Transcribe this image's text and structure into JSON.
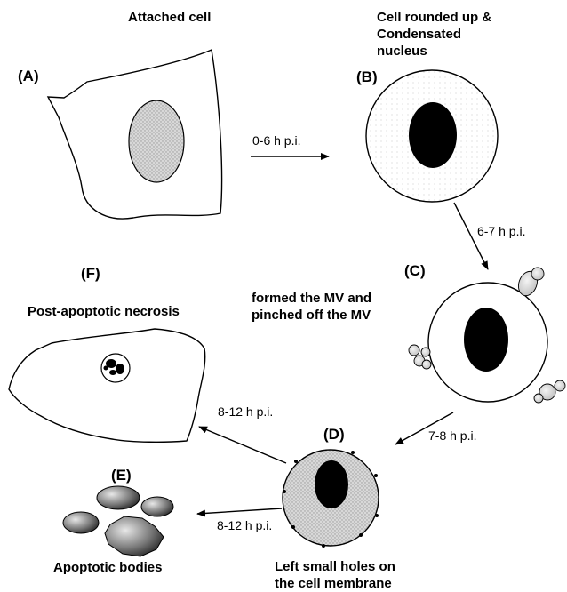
{
  "stages": {
    "A": {
      "letter": "(A)",
      "caption": "Attached cell"
    },
    "B": {
      "letter": "(B)",
      "caption_line1": "Cell rounded up &",
      "caption_line2": "Condensated",
      "caption_line3": "nucleus"
    },
    "C": {
      "letter": "(C)",
      "caption_line1": "formed the MV and",
      "caption_line2": "pinched off the MV"
    },
    "D": {
      "letter": "(D)",
      "caption_line1": "Left small holes on",
      "caption_line2": "the cell  membrane"
    },
    "E": {
      "letter": "(E)",
      "caption": "Apoptotic bodies"
    },
    "F": {
      "letter": "(F)",
      "caption": "Post-apoptotic necrosis"
    }
  },
  "transitions": {
    "a_to_b": "0-6 h p.i.",
    "b_to_c": "6-7 h p.i.",
    "c_to_d": "7-8 h p.i.",
    "d_to_f": "8-12 h p.i.",
    "d_to_e": "8-12 h p.i."
  },
  "colors": {
    "nucleus_dark": "#000000",
    "nucleus_light": "#c8c8c8",
    "cytoplasm_gray": "#d0d0d0",
    "vesicle": "#cfcfcf",
    "outline": "#000000"
  }
}
